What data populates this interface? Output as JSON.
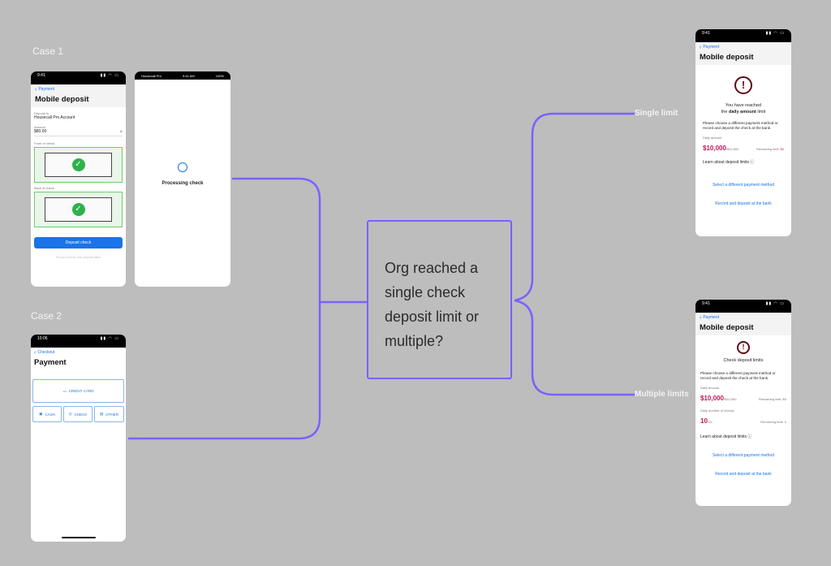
{
  "cases": {
    "case1": "Case 1",
    "case2": "Case 2"
  },
  "status_time": "9:41",
  "mobile_deposit_phone": {
    "back_label": "Payment",
    "title": "Mobile deposit",
    "deposit_to_label": "Deposit to",
    "deposit_to_value": "Housecall Pro Account",
    "amount_label": "Amount",
    "amount_value": "$80.00",
    "front_label": "Front of check",
    "back_of_check_label": "Back of check",
    "deposit_button": "Deposit check",
    "record_link": "Record check and deposit later"
  },
  "processing_phone": {
    "carrier": "Housecall Pro",
    "time": "9:41 AM",
    "battery": "100%",
    "text": "Processing check"
  },
  "payment_phone": {
    "time": "10:06",
    "back_label": "Checkout",
    "title": "Payment",
    "credit_card": "CREDIT CARD",
    "cash": "CASH",
    "check": "CHECK",
    "other": "OTHER"
  },
  "decision": {
    "text": "Org reached a single check deposit limit or multiple?"
  },
  "branches": {
    "single": "Single limit",
    "multiple": "Multiple limits"
  },
  "single_limit_phone": {
    "back_label": "Payment",
    "title": "Mobile deposit",
    "reached_line1": "You have reached",
    "reached_prefix": "the ",
    "reached_bold": "daily amount",
    "reached_suffix": " limit",
    "instruction": "Please choose a different payment method or record and deposit the check at the bank.",
    "daily_amount_label": "Daily amount",
    "amount": "$10,000",
    "amount_suffix": "/$10,000",
    "remaining_label": "Remaining limit:",
    "remaining_value": "$0",
    "learn_link": "Learn about deposit limits",
    "select_link": "Select a different payment method",
    "record_link": "Record and deposit at the bank"
  },
  "multiple_limits_phone": {
    "back_label": "Payment",
    "title": "Mobile deposit",
    "heading": "Check deposit limits",
    "instruction": "Please choose a different payment method or record and deposit the check at the bank.",
    "daily_amount_label": "Daily amount",
    "amount": "$10,000",
    "amount_suffix": "/$10,000",
    "remaining_amount": "Remaining limit: $0",
    "daily_checks_label": "Daily number of checks",
    "checks": "10",
    "checks_suffix": "/10",
    "remaining_checks": "Remaining limit: 0",
    "learn_link": "Learn about deposit limits",
    "select_link": "Select a different payment method",
    "record_link": "Record and deposit at the bank"
  },
  "colors": {
    "connector": "#7b61ff",
    "accent": "#1a73e8",
    "amount": "#c2185b",
    "success": "#2db24a"
  }
}
